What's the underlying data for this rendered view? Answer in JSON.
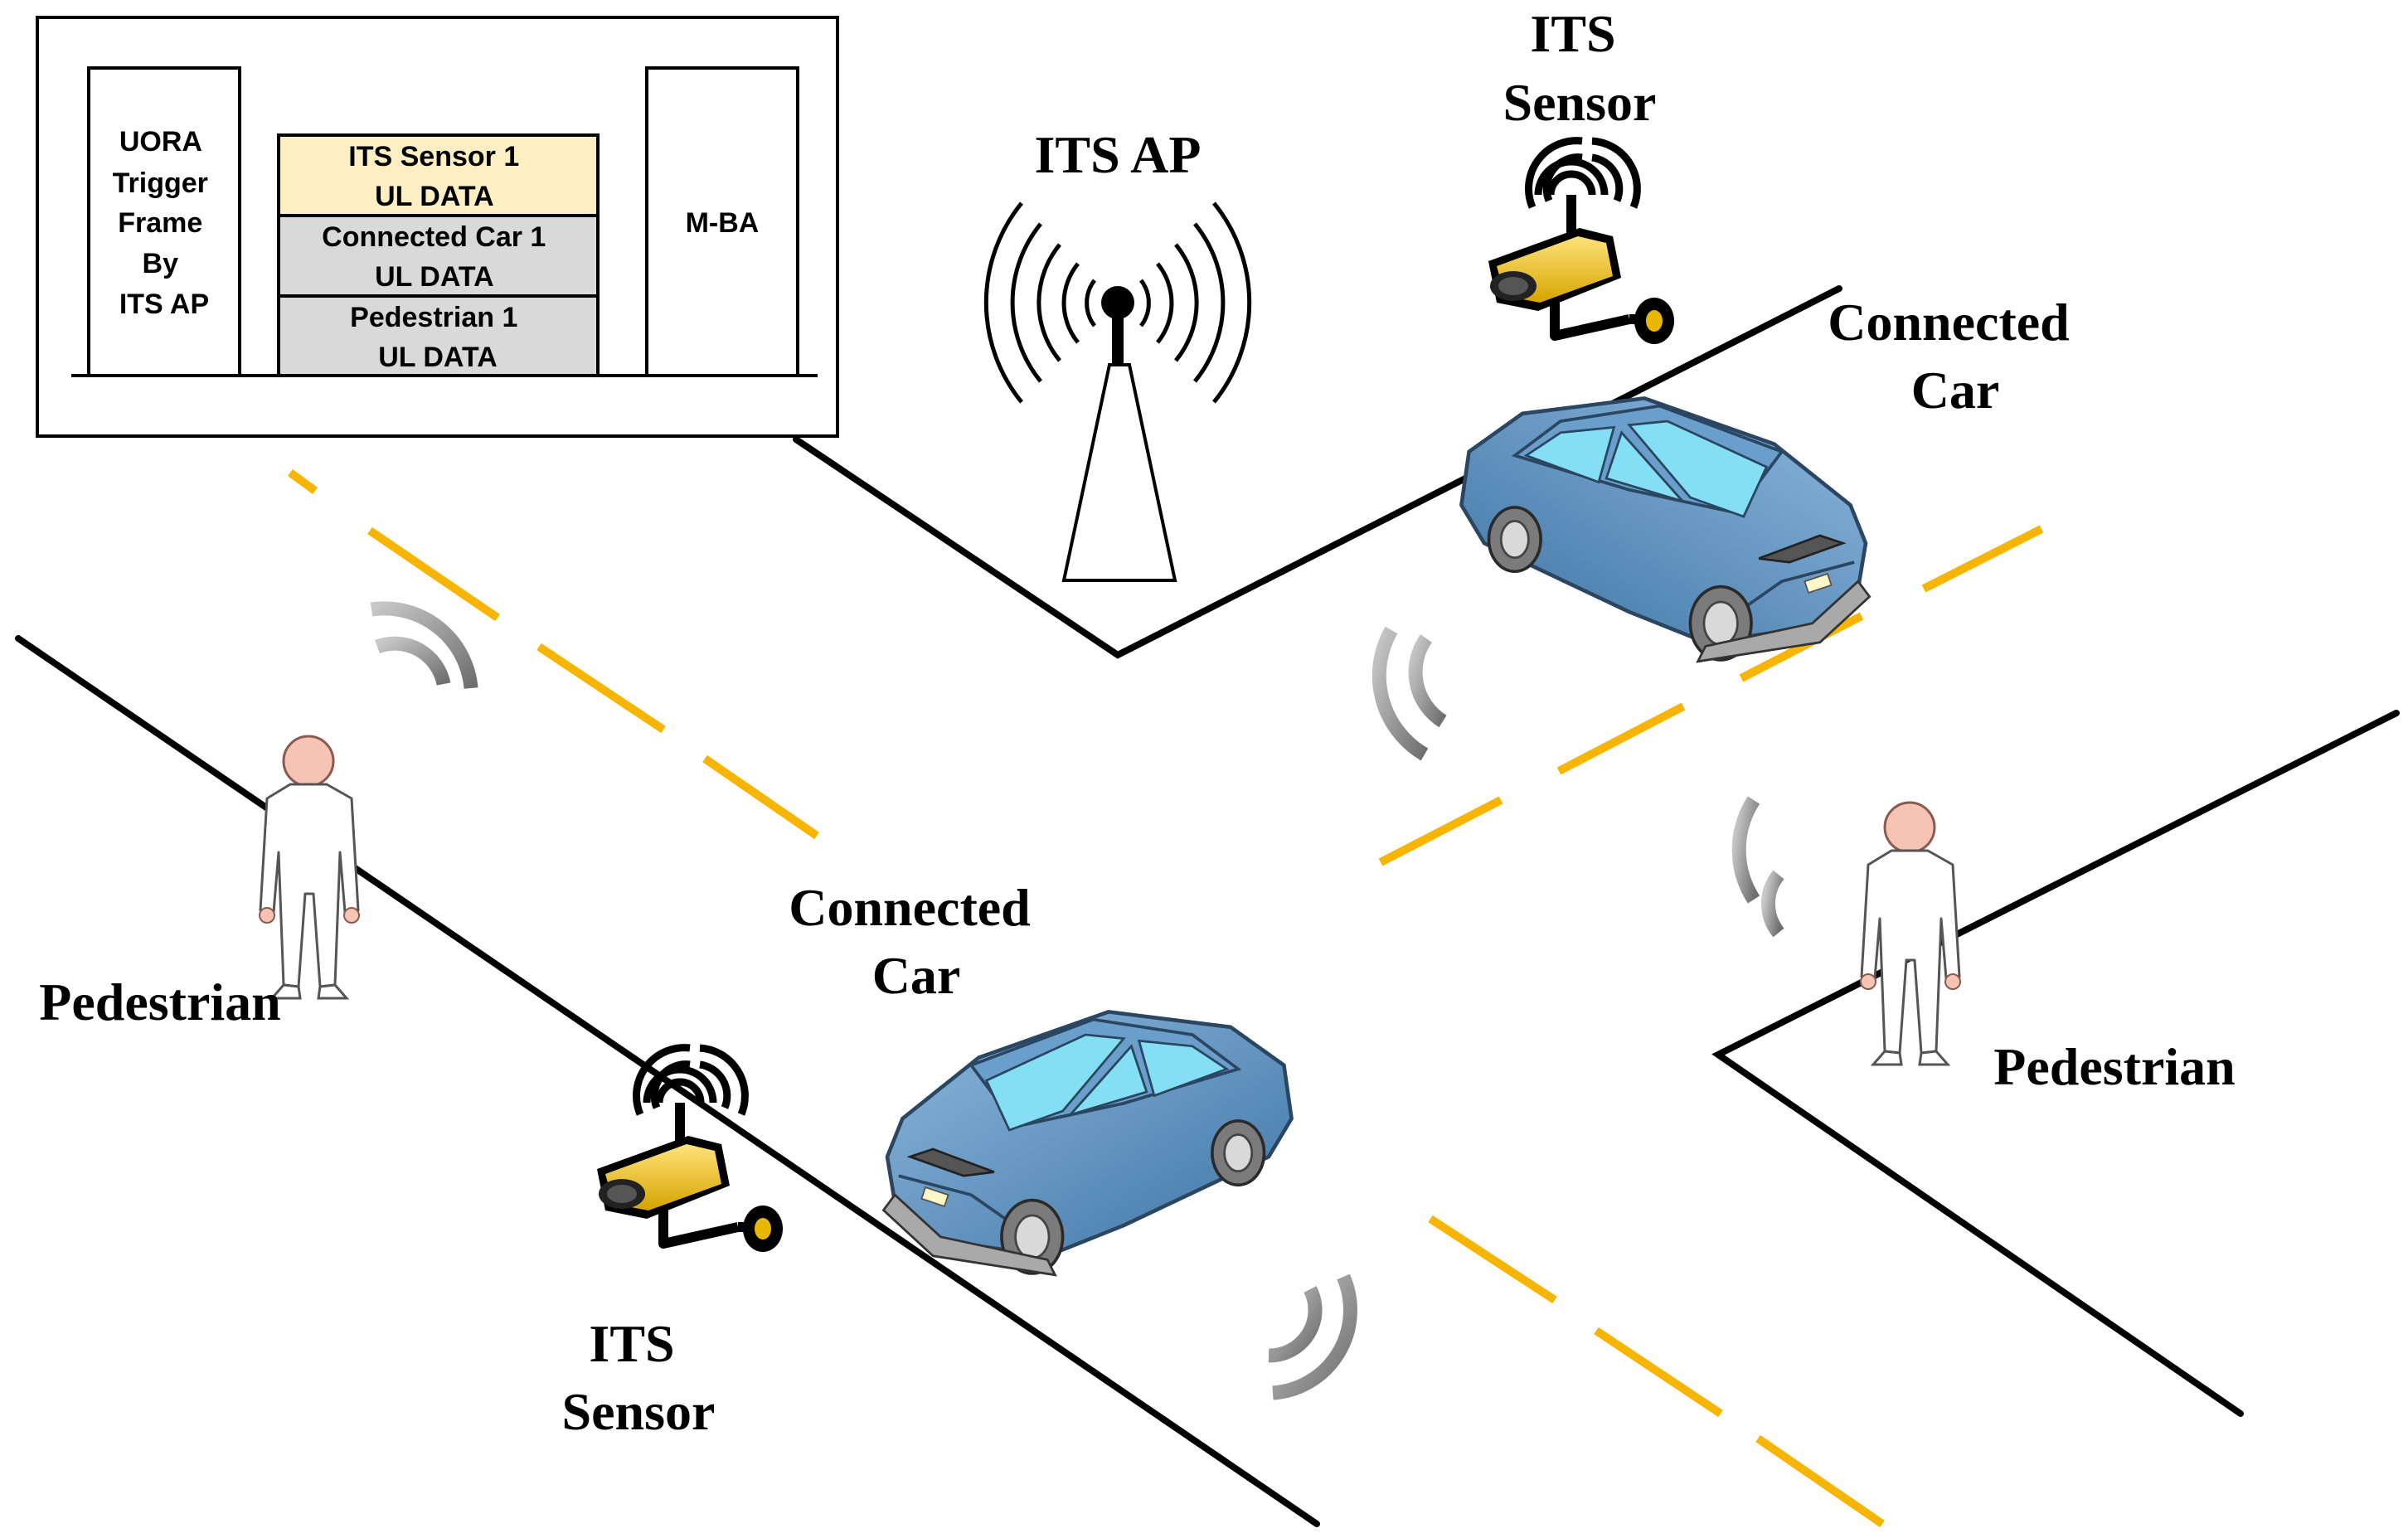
{
  "frame_box": {
    "trigger_label": [
      "UORA",
      "Trigger",
      "Frame",
      "By",
      "ITS AP"
    ],
    "slots": [
      {
        "line1": "ITS Sensor 1",
        "line2": "UL DATA",
        "color": "#fdefc4"
      },
      {
        "line1": "Connected Car 1",
        "line2": "UL DATA",
        "color": "#d9d9d9"
      },
      {
        "line1": "Pedestrian 1",
        "line2": "UL DATA",
        "color": "#d9d9d9"
      }
    ],
    "mba_label": "M-BA"
  },
  "labels": {
    "its_ap": "ITS AP",
    "sensor_top": [
      "ITS",
      "Sensor"
    ],
    "car_right": [
      "Connected",
      "Car"
    ],
    "car_center": [
      "Connected",
      "Car"
    ],
    "pedestrian_left": "Pedestrian",
    "pedestrian_right": "Pedestrian",
    "sensor_bottom": [
      "ITS",
      "Sensor"
    ]
  },
  "colors": {
    "lane_dash": "#f7b500",
    "road_line": "#000000",
    "car_body": "#4f86b8",
    "car_window": "#7fd6f0",
    "sensor_body": "#e8b800",
    "signal_arc": "#8c8c8c",
    "person_skin": "#f4b8a8"
  }
}
